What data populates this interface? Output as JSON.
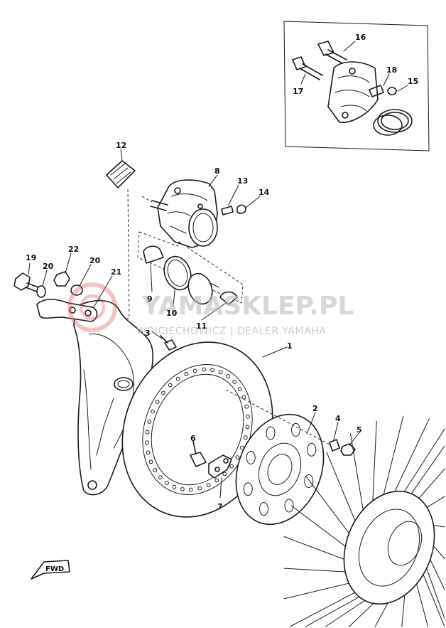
{
  "watermark": {
    "main_text": "YAMASKLEP.PL",
    "sub_text": "WOJCIECHOWICZ | DEALER YAMAHA",
    "logo_color": "#d9534f"
  },
  "direction_marker": {
    "label": "FWD"
  },
  "parts": [
    {
      "num": "1"
    },
    {
      "num": "2"
    },
    {
      "num": "3"
    },
    {
      "num": "4"
    },
    {
      "num": "5"
    },
    {
      "num": "6"
    },
    {
      "num": "7"
    },
    {
      "num": "8"
    },
    {
      "num": "9"
    },
    {
      "num": "10"
    },
    {
      "num": "11"
    },
    {
      "num": "12"
    },
    {
      "num": "13"
    },
    {
      "num": "14"
    },
    {
      "num": "15"
    },
    {
      "num": "16"
    },
    {
      "num": "17"
    },
    {
      "num": "18"
    },
    {
      "num": "19"
    },
    {
      "num": "20"
    },
    {
      "num": "20"
    },
    {
      "num": "21"
    },
    {
      "num": "22"
    }
  ],
  "colors": {
    "line": "#1a1a1a",
    "background": "#ffffff"
  }
}
